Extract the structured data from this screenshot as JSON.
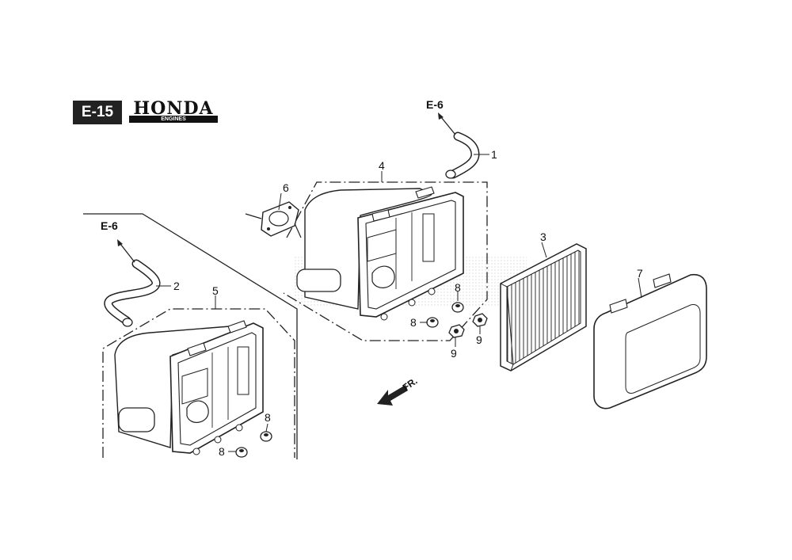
{
  "header": {
    "section_code": "E-15",
    "brand_name": "HONDA",
    "brand_subtitle": "ENGINES"
  },
  "references": {
    "top": "E-6",
    "left": "E-6"
  },
  "direction_label": "FR.",
  "callouts": {
    "part_1": "1",
    "part_2": "2",
    "part_3": "3",
    "part_4": "4",
    "part_5": "5",
    "part_6": "6",
    "part_7": "7",
    "part_8_a": "8",
    "part_8_b": "8",
    "part_8_c": "8",
    "part_8_d": "8",
    "part_9_a": "9",
    "part_9_b": "9"
  },
  "colors": {
    "line": "#222222",
    "badge_bg": "#222222",
    "badge_text": "#ffffff"
  }
}
